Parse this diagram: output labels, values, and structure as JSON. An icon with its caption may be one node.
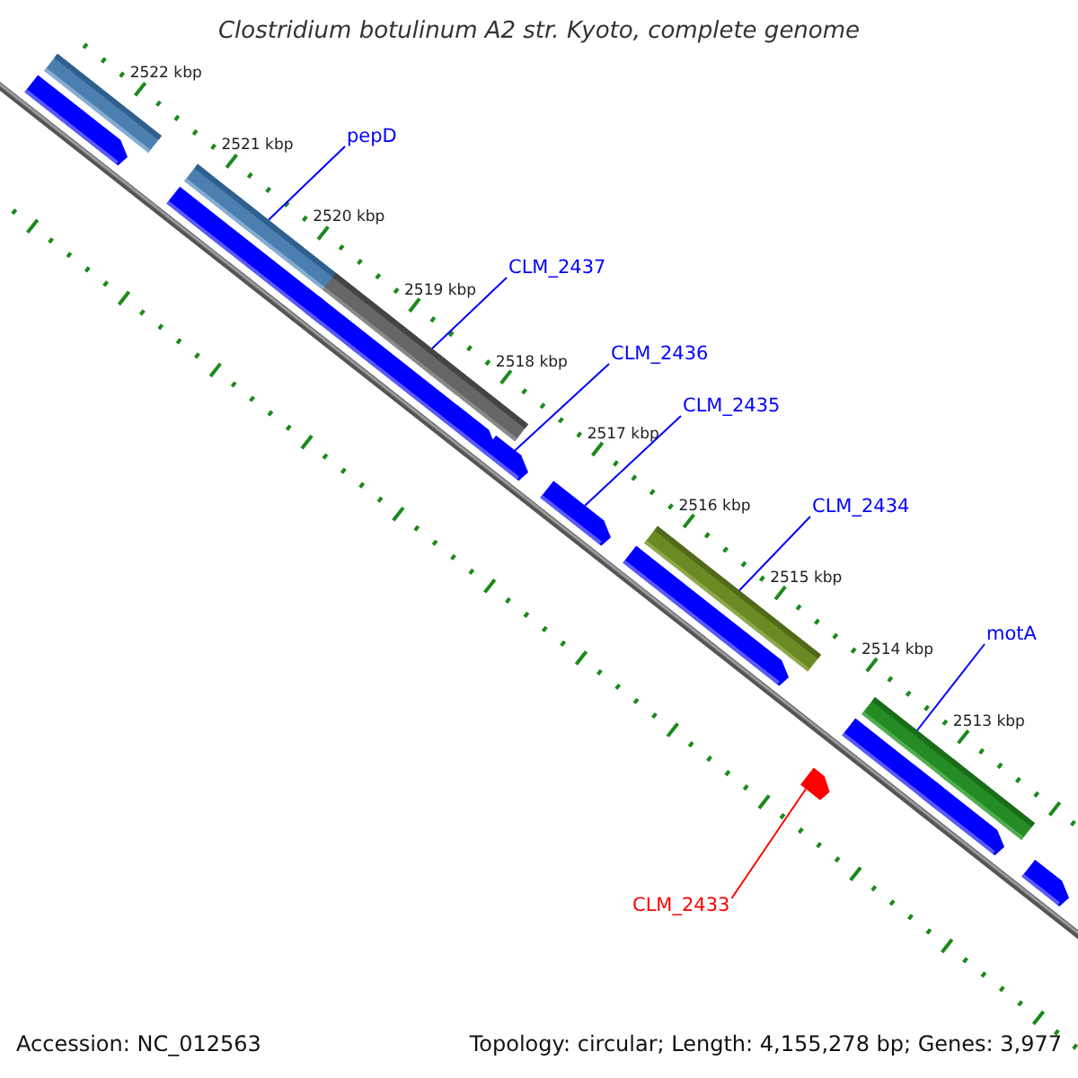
{
  "diagram": {
    "title": "Clostridium botulinum A2 str. Kyoto, complete genome",
    "nodes": [
      {
        "text": [],
        "shape": "bar"
      },
      {
        "text": [],
        "shape": "arrow"
      },
      {
        "text": [
          "pepD"
        ]
      },
      {
        "text": [],
        "shape": "bar"
      },
      {
        "text": [],
        "shape": "arrow"
      },
      {
        "text": [
          "CLM_2437"
        ]
      },
      {
        "text": [],
        "shape": "bar"
      },
      {
        "text": [],
        "shape": "arrow"
      },
      {
        "text": [
          "CLM_2436"
        ]
      },
      {
        "text": [],
        "shape": "arrow"
      },
      {
        "text": [
          "CLM_2435"
        ]
      },
      {
        "text": [],
        "shape": "arrow"
      },
      {
        "text": [
          "CLM_2434"
        ]
      },
      {
        "text": [],
        "shape": "bar"
      },
      {
        "text": [],
        "shape": "arrow"
      },
      {
        "text": [
          "motA"
        ]
      },
      {
        "text": [],
        "shape": "bar"
      },
      {
        "text": [],
        "shape": "bar"
      },
      {
        "text": [],
        "shape": "arrow"
      },
      {
        "text": [],
        "shape": "arrow"
      },
      {
        "text": [],
        "shape": "arrow"
      },
      {
        "text": [
          "CLM_2433"
        ]
      },
      {
        "text": [],
        "shape": "arrow"
      }
    ],
    "edges": [
      {
        "from": 2,
        "to": 3,
        "arrow": "none"
      },
      {
        "from": 5,
        "to": 6,
        "arrow": "none"
      },
      {
        "from": 8,
        "to": 9,
        "arrow": "none"
      },
      {
        "from": 10,
        "to": 11,
        "arrow": "none"
      },
      {
        "from": 12,
        "to": 13,
        "arrow": "none"
      },
      {
        "from": 15,
        "to": 16,
        "arrow": "none"
      },
      {
        "from": 21,
        "to": 20,
        "arrow": "none",
        "color": "#ff0000"
      }
    ],
    "labels": [
      "2522 kbp",
      "2521 kbp",
      "2520 kbp",
      "2519 kbp",
      "2518 kbp",
      "2517 kbp",
      "2516 kbp",
      "2515 kbp",
      "2514 kbp",
      "2513 kbp",
      "Accession: NC_012563",
      "Topology: circular; Length: 4,155,278 bp; Genes: 3,977"
    ]
  }
}
